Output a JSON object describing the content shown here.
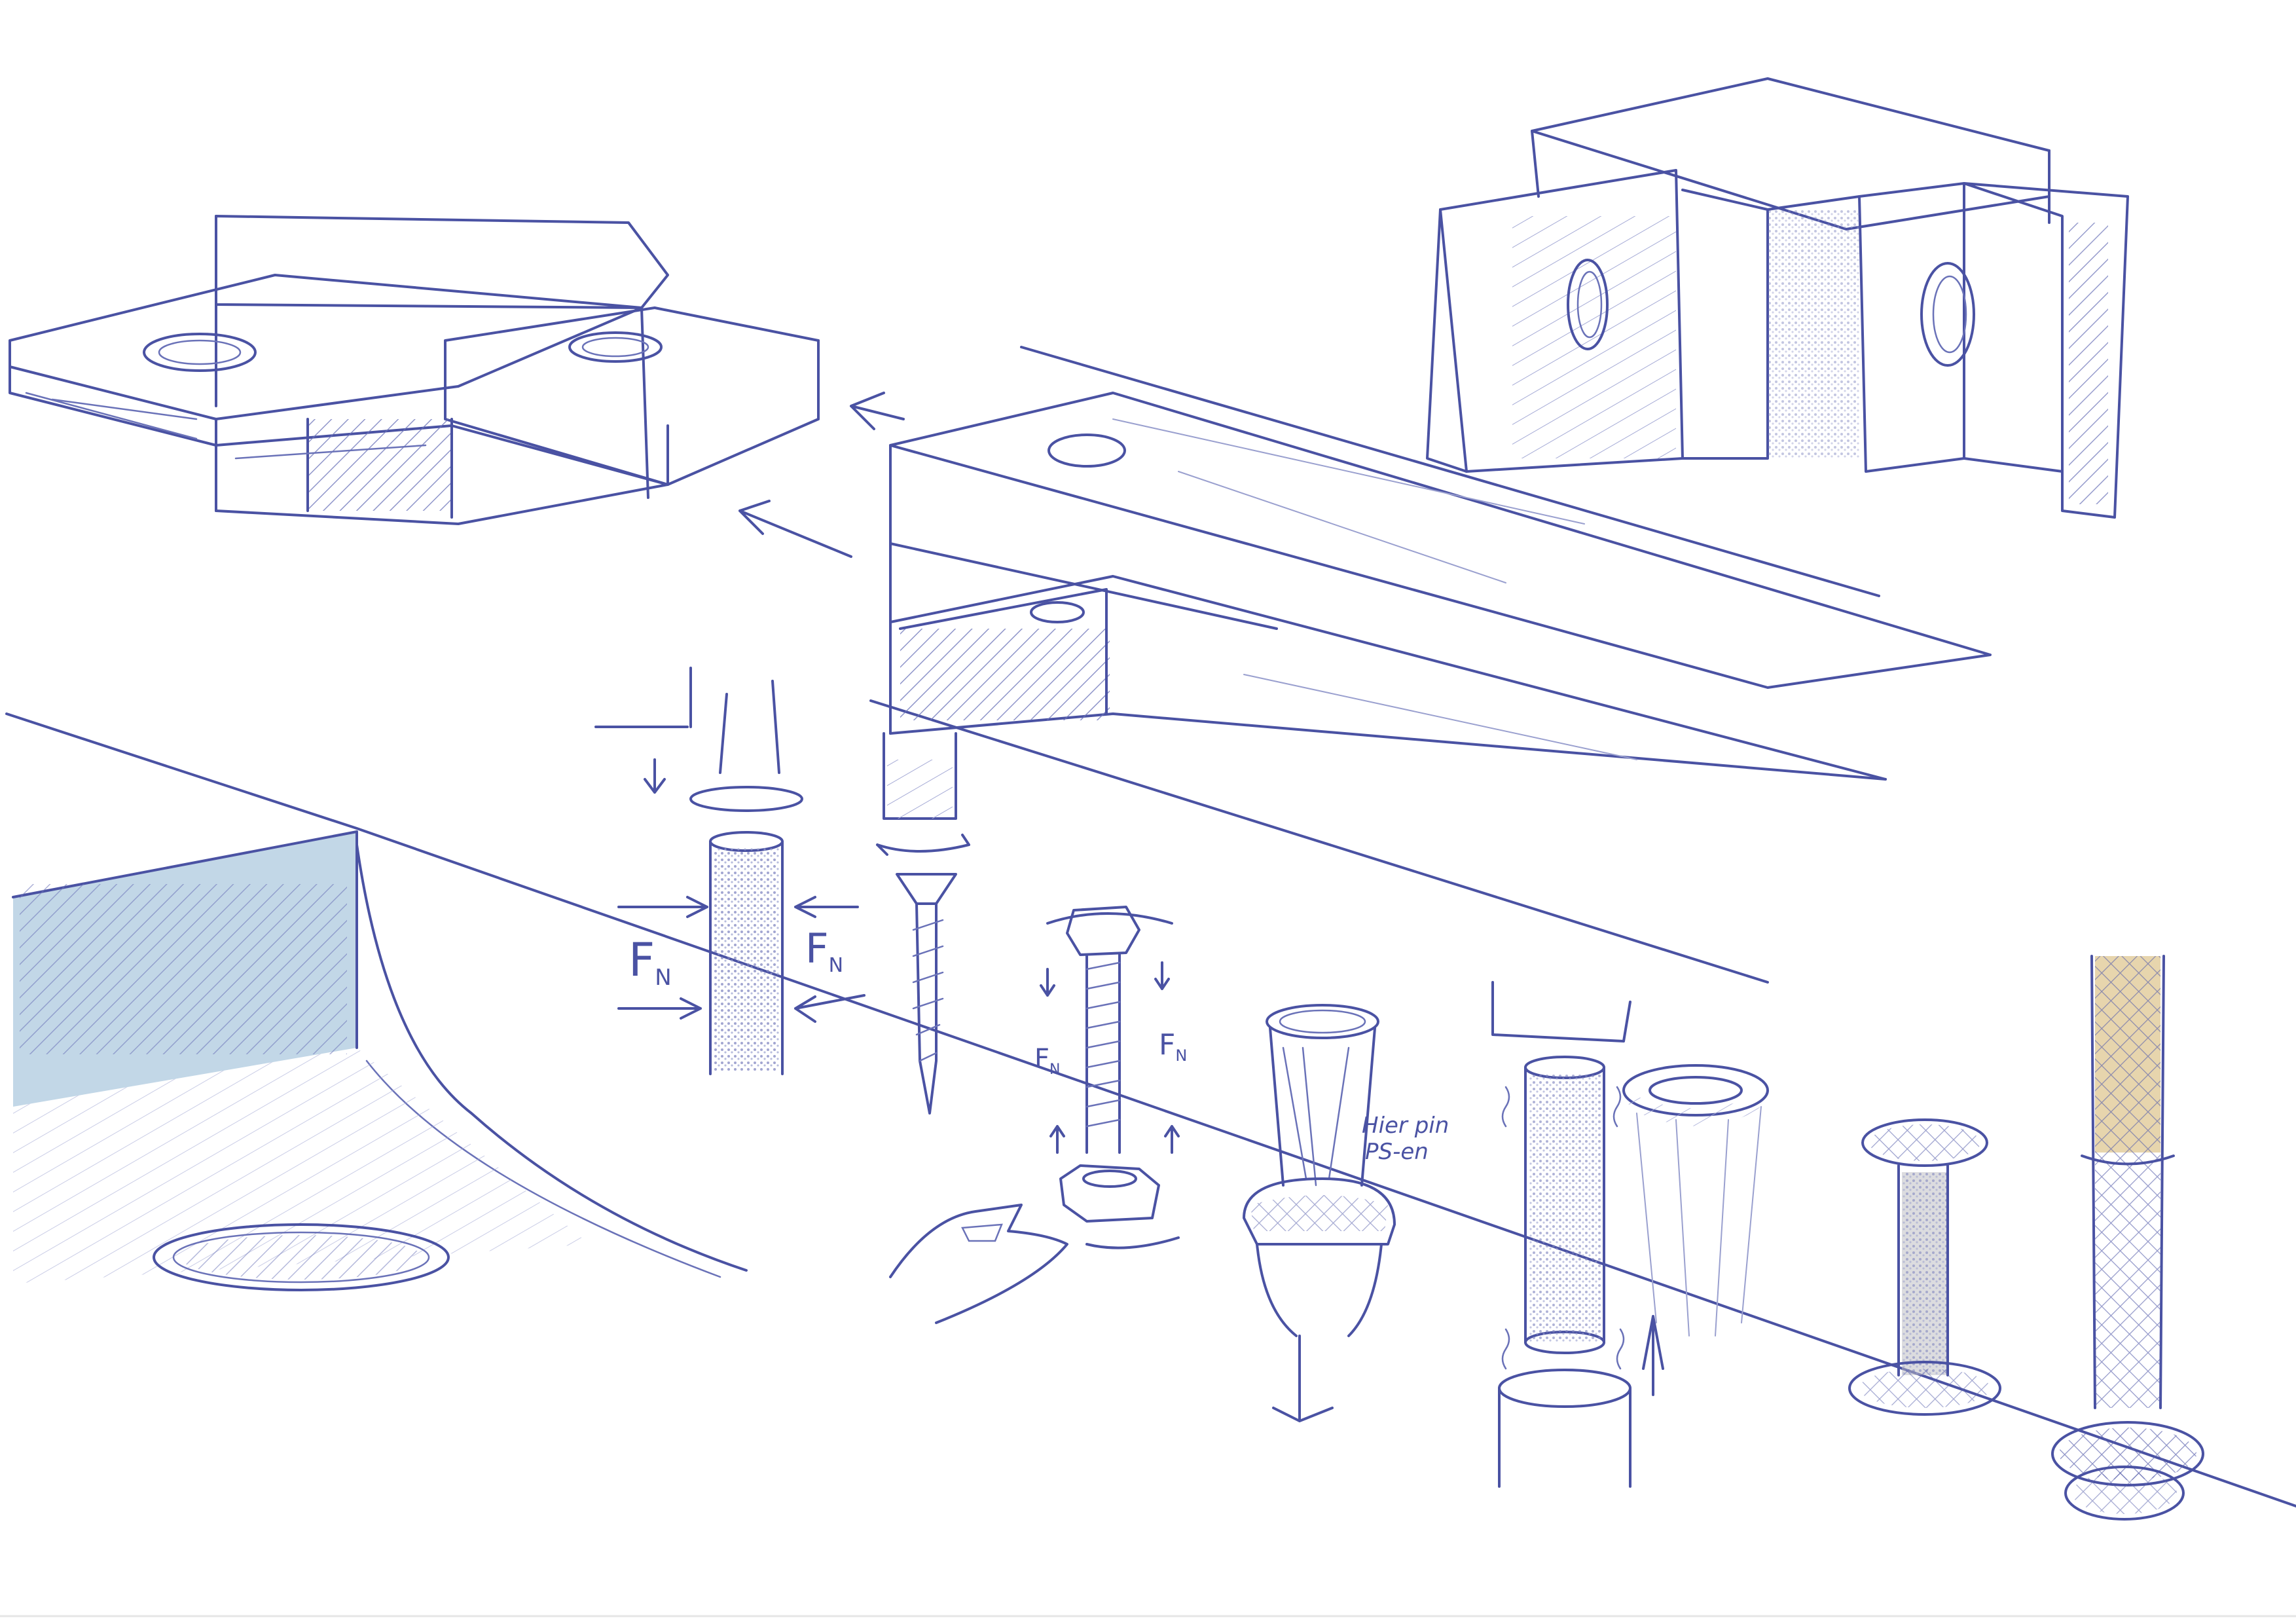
{
  "sheet": {
    "background": "#ffffff",
    "ink_color": "#4a52a3",
    "marker_color": "#8fb7d4",
    "highlight_color": "#c9a24a"
  },
  "annotations": {
    "normal_force": "F",
    "normal_force_subscript": "N",
    "note_line1": "Hier pin",
    "note_line2": "PS-en"
  }
}
